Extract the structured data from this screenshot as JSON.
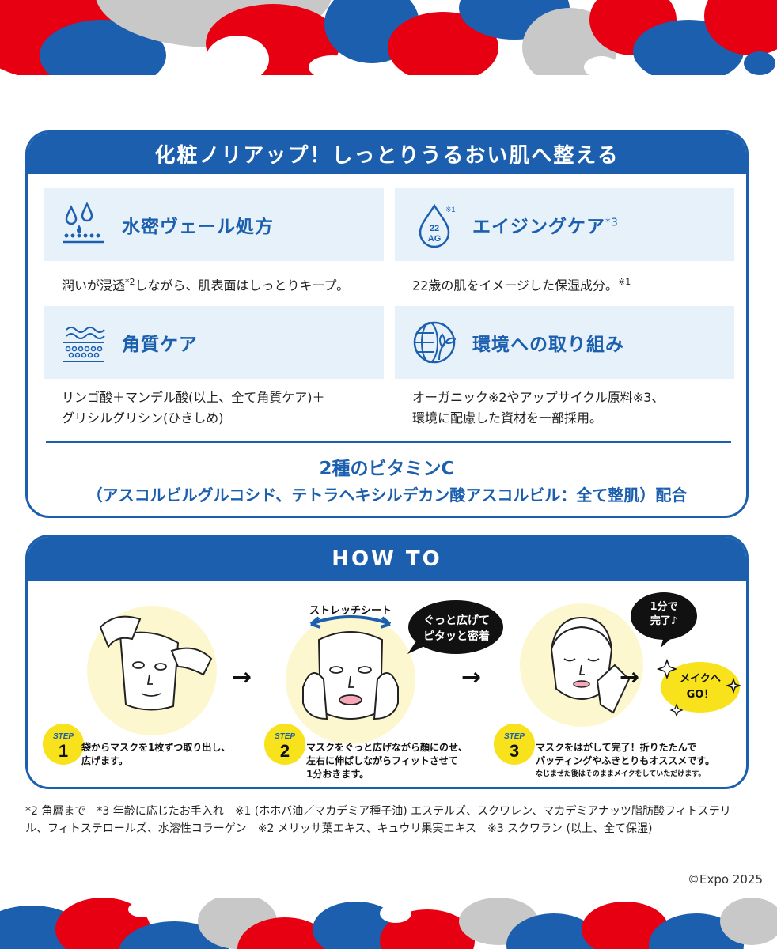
{
  "feature_panel": {
    "title": "化粧ノリアップ！しっとりうるおい肌へ整える",
    "features": [
      {
        "title": "水密ヴェール処方",
        "title_mark": "",
        "icon": "water-drops-icon",
        "desc_pre": "潤いが浸透",
        "desc_mark": "*2",
        "desc_post": "しながら、肌表面はしっとりキープ。"
      },
      {
        "title": "エイジングケア",
        "title_mark": "*3",
        "icon": "22ag-icon",
        "icon_text_top": "22",
        "icon_text_bottom": "AG",
        "icon_mark": "※1",
        "desc_pre": "22歳の肌をイメージした保湿成分。",
        "desc_mark": "※1",
        "desc_post": ""
      },
      {
        "title": "角質ケア",
        "title_mark": "",
        "icon": "skin-layer-icon",
        "desc_line1": "リンゴ酸＋マンデル酸(以上、全て角質ケア)＋",
        "desc_line2": "グリシルグリシン(ひきしめ)"
      },
      {
        "title": "環境への取り組み",
        "title_mark": "",
        "icon": "globe-leaf-icon",
        "desc_line1": "オーガニック※2やアップサイクル原料※3、",
        "desc_line2": "環境に配慮した資材を一部採用。"
      }
    ],
    "vitamin_title": "2種のビタミンC",
    "vitamin_sub": "（アスコルビルグルコシド、テトラヘキシルデカン酸アスコルビル：全て整肌）配合"
  },
  "howto": {
    "title": "HOW TO",
    "stretch_label": "ストレッチシート",
    "bubble_line1": "ぐっと広げて",
    "bubble_line2": "ピタッと密着",
    "time_line1": "1分で",
    "time_line2": "完了♪",
    "makeup_line1": "メイクへ",
    "makeup_line2": "GO！",
    "steps": [
      {
        "label": "STEP",
        "num": "1",
        "line1": "袋からマスクを1枚ずつ取り出し、",
        "line2": "広げます。"
      },
      {
        "label": "STEP",
        "num": "2",
        "line1": "マスクをぐっと広げながら顔にのせ、",
        "line2": "左右に伸ばしながらフィットさせて",
        "line3": "1分おきます。"
      },
      {
        "label": "STEP",
        "num": "3",
        "line1": "マスクをはがして完了！折りたたんで",
        "line2": "パッティングやふきとりもオススメです。",
        "note": "なじませた後はそのままメイクをしていただけます。"
      }
    ],
    "arrow": "→"
  },
  "footnote": "*2 角層まで　*3 年齢に応じたお手入れ　※1 (ホホバ油／マカデミア種子油) エステルズ、スクワレン、マカデミアナッツ脂肪酸フィトステリル、フィトステロールズ、水溶性コラーゲン　※2 メリッサ葉エキス、キュウリ果実エキス　※3 スクワラン (以上、全て保湿)",
  "copyright": "©Expo 2025",
  "colors": {
    "brand_blue": "#1b5fae",
    "light_blue": "#e6f1fa",
    "accent_red": "#e60012",
    "pale_yellow": "#fdf7cf",
    "badge_yellow": "#f7e21b"
  }
}
